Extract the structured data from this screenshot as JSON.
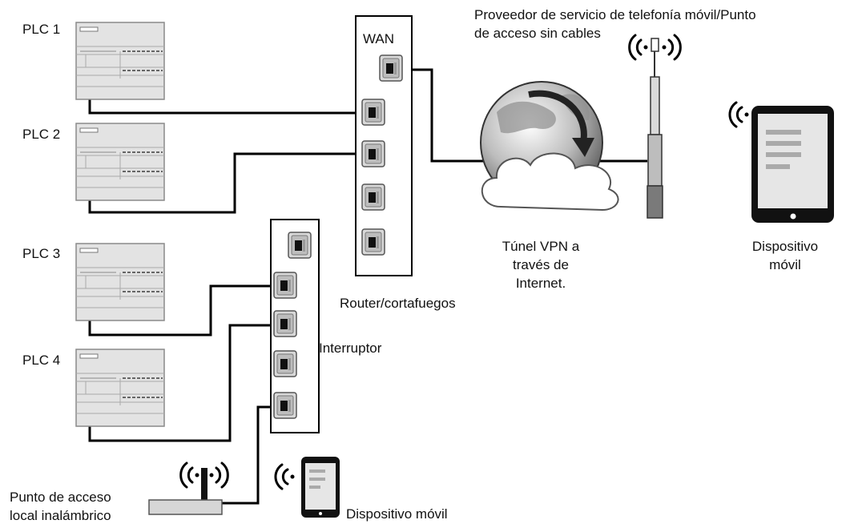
{
  "plcs": [
    {
      "label": "PLC 1"
    },
    {
      "label": "PLC 2"
    },
    {
      "label": "PLC 3"
    },
    {
      "label": "PLC 4"
    }
  ],
  "router": {
    "wan_label": "WAN",
    "label": "Router/cortafuegos"
  },
  "switch": {
    "label": "Interruptor"
  },
  "vpn": {
    "line1": "Túnel VPN a",
    "line2": "través de",
    "line3": "Internet."
  },
  "provider": {
    "line1": "Proveedor de servicio de telefonía móvil/Punto",
    "line2": "de acceso sin cables"
  },
  "tablet": {
    "line1": "Dispositivo",
    "line2": "móvil"
  },
  "access_point": {
    "line1": "Punto de acceso",
    "line2": "local inalámbrico"
  },
  "phone": {
    "label": "Dispositivo móvil"
  },
  "colors": {
    "line": "#000000",
    "device_fill": "#e4e4e4",
    "device_stroke": "#888888",
    "port_fill": "#cfcfcf",
    "tablet_screen": "#e6e6e6"
  }
}
